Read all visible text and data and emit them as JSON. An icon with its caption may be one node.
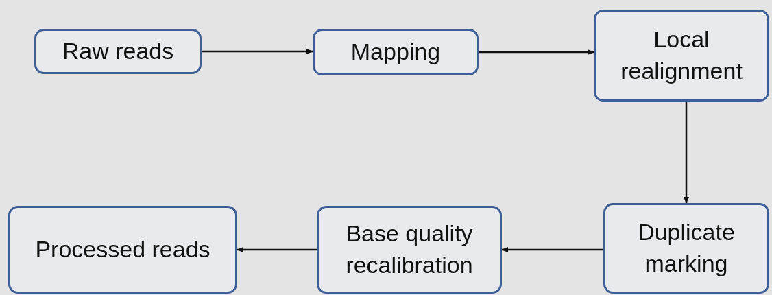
{
  "diagram": {
    "nodes": [
      {
        "text": [
          "Raw reads"
        ]
      },
      {
        "text": [
          "Mapping"
        ]
      },
      {
        "text": [
          "Local realignment"
        ]
      },
      {
        "text": [
          "Duplicate marking"
        ]
      },
      {
        "text": [
          "Base quality recalibration"
        ]
      },
      {
        "text": [
          "Processed reads"
        ]
      }
    ],
    "edges": [
      {
        "from": 0,
        "to": 1,
        "arrow": "to"
      },
      {
        "from": 1,
        "to": 2,
        "arrow": "to"
      },
      {
        "from": 2,
        "to": 3,
        "arrow": "to"
      },
      {
        "from": 3,
        "to": 4,
        "arrow": "to"
      },
      {
        "from": 4,
        "to": 5,
        "arrow": "to"
      }
    ]
  }
}
